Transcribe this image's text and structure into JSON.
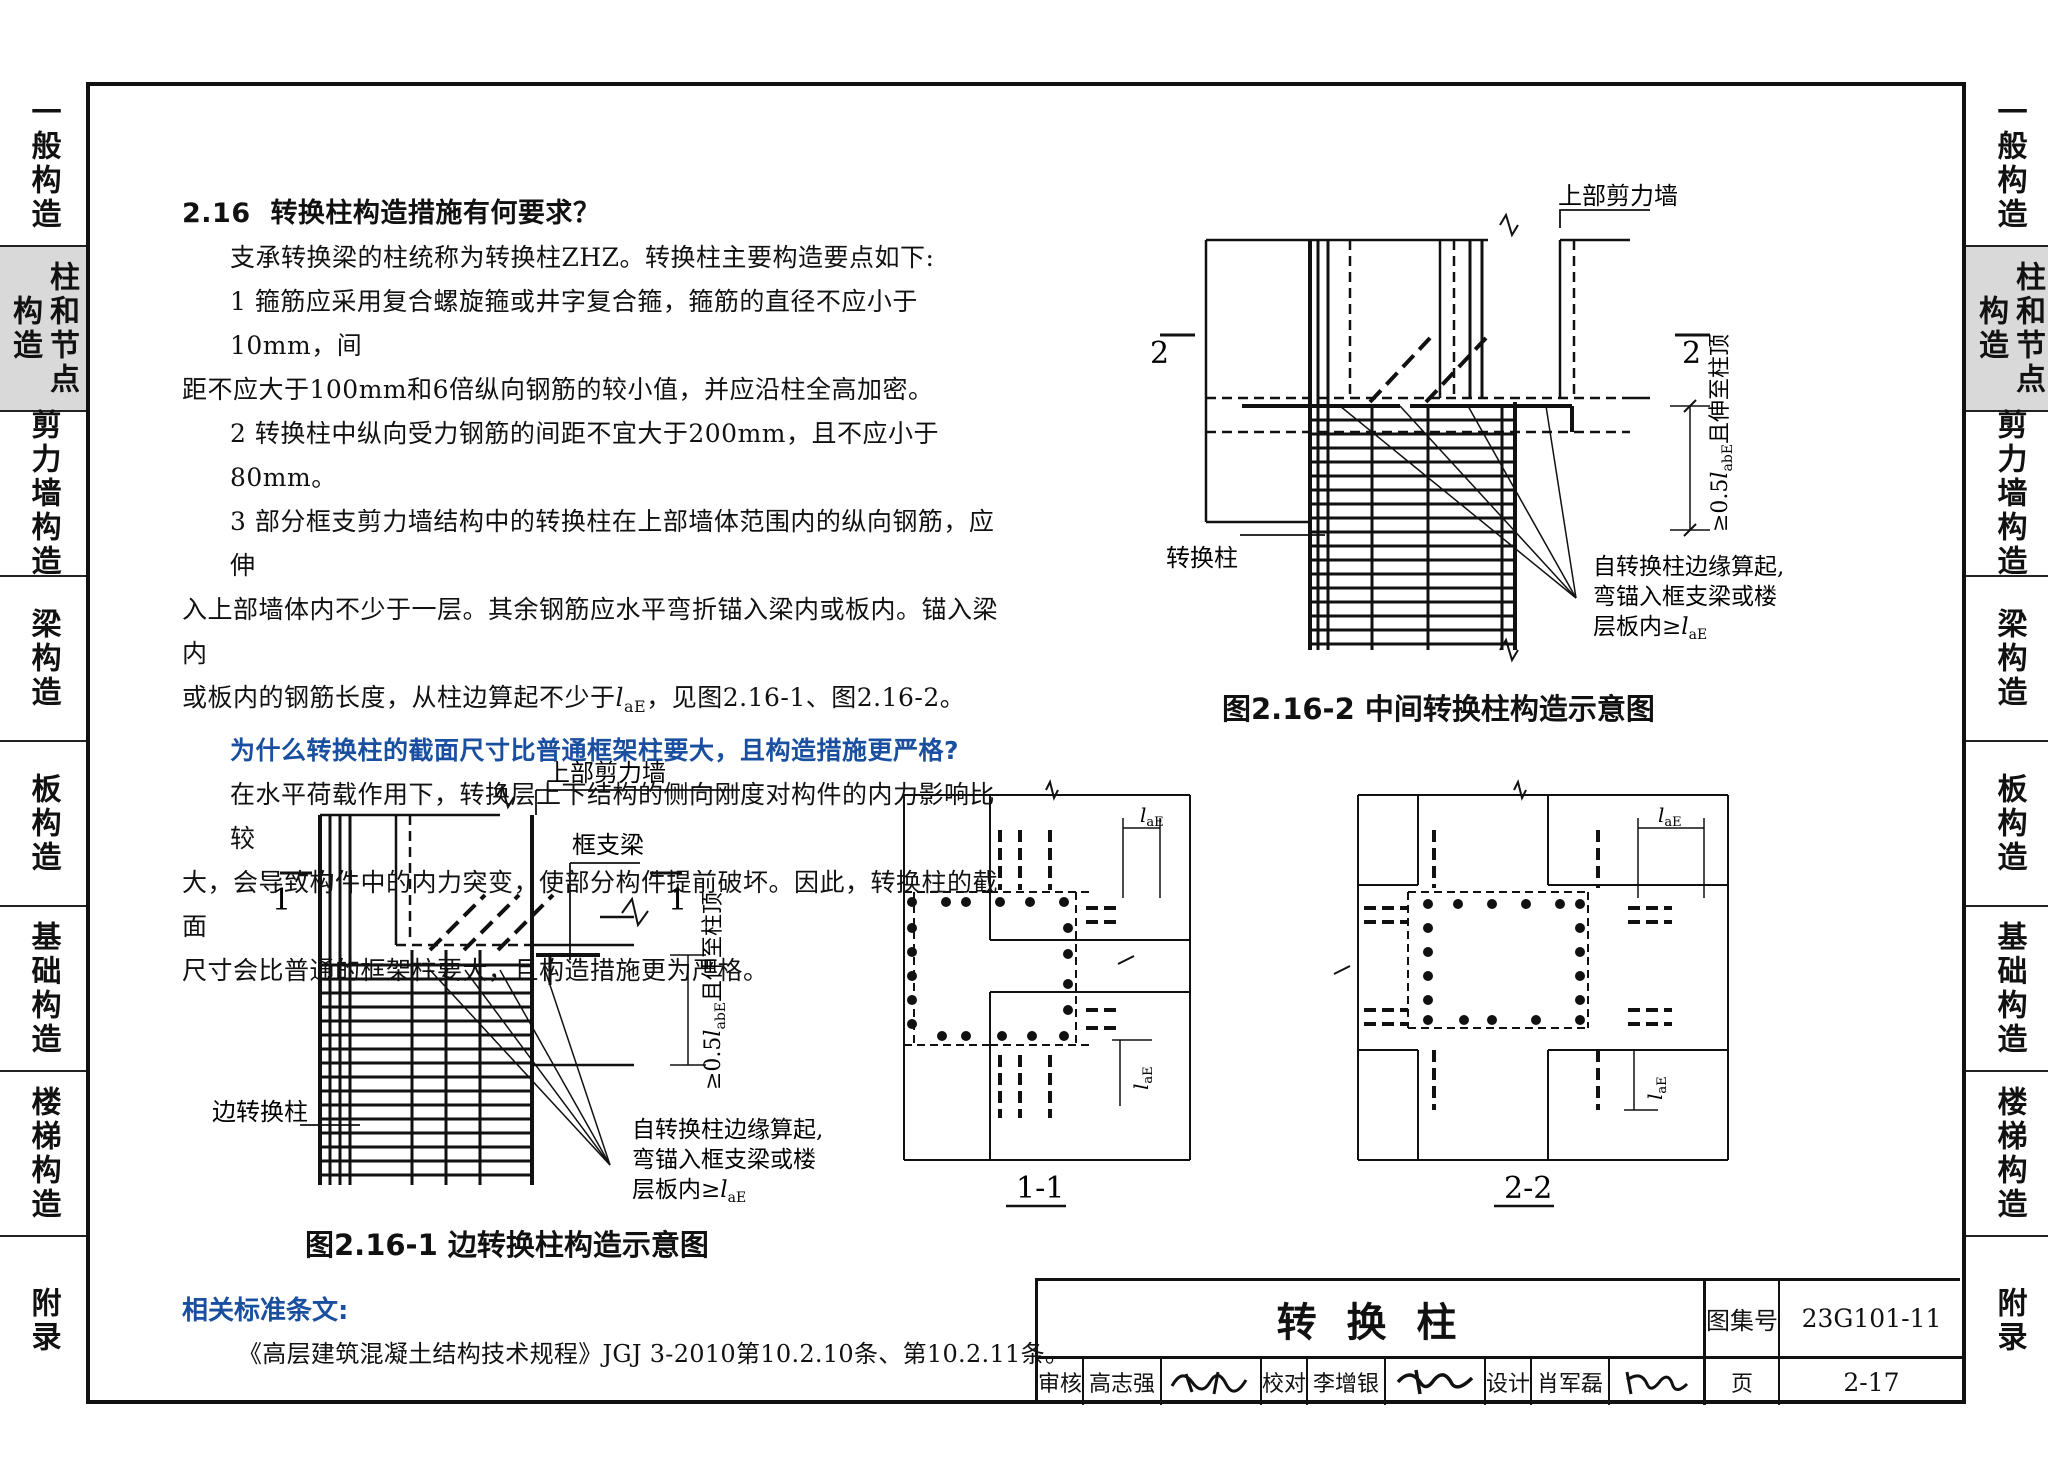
{
  "sidebar": {
    "items": [
      {
        "label": "一般构造"
      },
      {
        "label": "柱和节点构造"
      },
      {
        "label": "剪力墙构造"
      },
      {
        "label": "梁构造"
      },
      {
        "label": "板构造"
      },
      {
        "label": "基础构造"
      },
      {
        "label": "楼梯构造"
      },
      {
        "label": "附录"
      }
    ],
    "active_index": 1
  },
  "section": {
    "number": "2.16",
    "title": "转换柱构造措施有何要求？",
    "paragraphs": [
      "支承转换梁的柱统称为转换柱ZHZ。转换柱主要构造要点如下:",
      "1 箍筋应采用复合螺旋箍或井字复合箍，箍筋的直径不应小于10mm，间",
      "距不应大于100mm和6倍纵向钢筋的较小值，并应沿柱全高加密。",
      "2 转换柱中纵向受力钢筋的间距不宜大于200mm，且不应小于80mm。",
      "3 部分框支剪力墙结构中的转换柱在上部墙体范围内的纵向钢筋，应伸",
      "入上部墙体内不少于一层。其余钢筋应水平弯折锚入梁内或板内。锚入梁内",
      "或板内的钢筋长度，从柱边算起不少于"
    ],
    "para_tail": "，见图2.16-1、图2.16-2。",
    "question": "为什么转换柱的截面尺寸比普通框架柱要大，且构造措施更严格?",
    "answer": [
      "在水平荷载作用下，转换层上下结构的侧向刚度对构件的内力影响比较",
      "大，会导致构件中的内力突变，使部分构件提前破坏。因此，转换柱的截面",
      "尺寸会比普通的框架柱要大，且构造措施更为严格。"
    ]
  },
  "symbols": {
    "lae_main": "l",
    "lae_sub": "aE",
    "labe_sub": "abE"
  },
  "fig1": {
    "caption": "图2.16-1 边转换柱构造示意图",
    "label_upper_wall": "上部剪力墙",
    "label_beam": "框支梁",
    "label_column": "边转换柱",
    "section_mark": "1",
    "dim_prefix": "≥0.5",
    "dim_suffix": "且伸至柱顶",
    "note_lines": [
      "自转换柱边缘算起,",
      "弯锚入框支梁或楼",
      "层板内≥"
    ]
  },
  "fig2": {
    "caption": "图2.16-2 中间转换柱构造示意图",
    "label_upper_wall": "上部剪力墙",
    "label_column": "转换柱",
    "section_mark": "2",
    "dim_prefix": "≥0.5",
    "dim_suffix": "且伸至柱顶",
    "note_lines": [
      "自转换柱边缘算起,",
      "弯锚入框支梁或楼",
      "层板内≥"
    ]
  },
  "section_views": {
    "label_1": "1-1",
    "label_2": "2-2"
  },
  "standards": {
    "heading": "相关标准条文:",
    "text": "《高层建筑混凝土结构技术规程》JGJ 3-2010第10.2.10条、第10.2.11条。"
  },
  "title_block": {
    "title": "转 换 柱",
    "atlas_label": "图集号",
    "atlas_no": "23G101-11",
    "page_label": "页",
    "page_no": "2-17",
    "review_label": "审核",
    "reviewer": "高志强",
    "check_label": "校对",
    "checker": "李增银",
    "design_label": "设计",
    "designer": "肖军磊"
  }
}
